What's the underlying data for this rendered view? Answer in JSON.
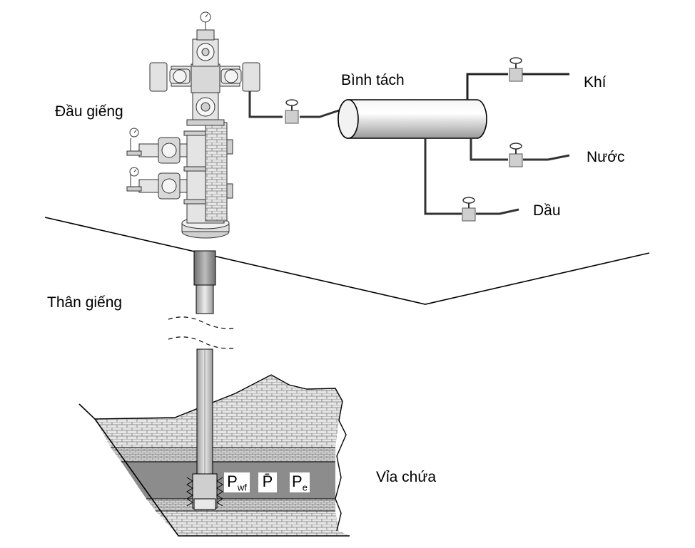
{
  "labels": {
    "wellhead": "Đầu giếng",
    "separator": "Bình tách",
    "gas": "Khí",
    "water": "Nước",
    "oil": "Dầu",
    "wellbore": "Thân giếng",
    "reservoir": "Vỉa chứa"
  },
  "pressures": {
    "pwf_main": "P",
    "pwf_sub": "wf",
    "pavg": "P̄",
    "pe_main": "P",
    "pe_sub": "e"
  },
  "colors": {
    "line": "#000000",
    "pipe": "#555555",
    "equipment_fill": "#dcdcdc",
    "valve_fill": "#cfcfcf",
    "rock_light": "#d9d9d9",
    "rock_dark": "#8c8c8c"
  },
  "icons": [
    "valve-icon",
    "pressure-gauge-icon"
  ]
}
